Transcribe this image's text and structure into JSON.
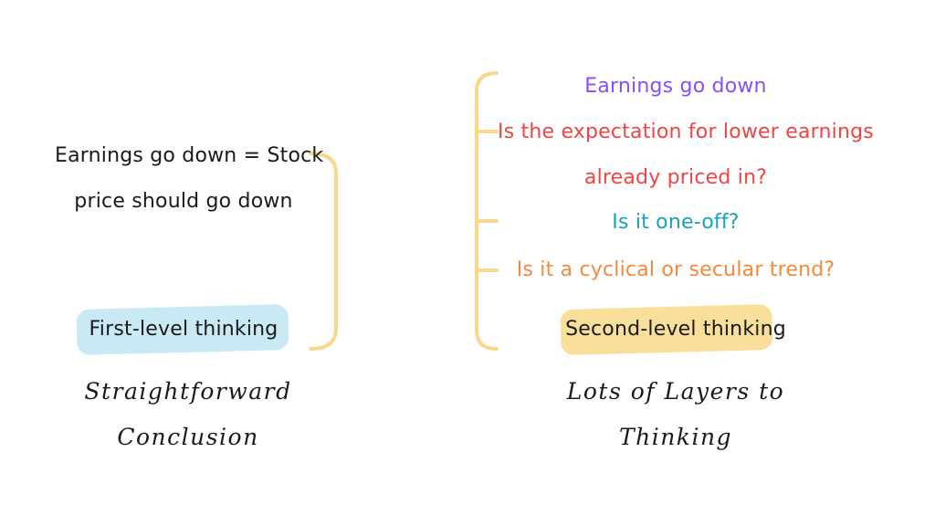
{
  "left": {
    "statement_line1": "Earnings go down = Stock",
    "statement_line2": "price should go down",
    "label": "First-level thinking",
    "caption_line1": "Straightforward",
    "caption_line2": "Conclusion",
    "highlight_color": "#bfe6f2"
  },
  "right": {
    "items": [
      "Earnings go down",
      "Is the expectation for lower earnings",
      "already priced in?",
      "Is it one-off?",
      "Is it a cyclical or secular trend?"
    ],
    "item_colors": [
      "#8b4dfb",
      "#f04444",
      "#f04444",
      "#1aa0b8",
      "#f28a3c"
    ],
    "label": "Second-level thinking",
    "caption_line1": "Lots of Layers to",
    "caption_line2": "Thinking",
    "highlight_color": "#f9d98a"
  },
  "bracket_color": "#f8d88e"
}
